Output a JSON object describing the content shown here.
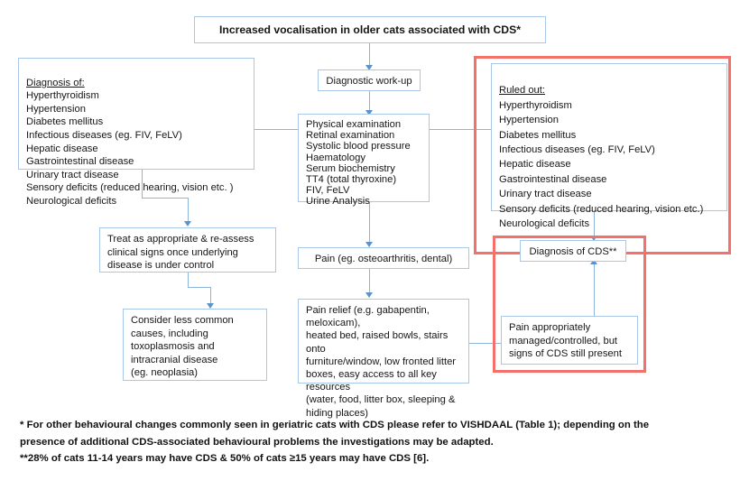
{
  "figure": {
    "title_box": {
      "text": "Increased vocalisation in older cats associated with CDS*"
    },
    "nodes": {
      "diagnosis_of": {
        "heading": "Diagnosis of:",
        "items": "Hyperthyroidism\nHypertension\nDiabetes mellitus\nInfectious diseases (eg. FIV, FeLV)\nHepatic disease\nGastrointestinal disease\nUrinary tract disease\nSensory deficits (reduced hearing, vision etc. )\nNeurological deficits"
      },
      "ruled_out": {
        "heading": "Ruled out:",
        "items": "Hyperthyroidism\nHypertension\nDiabetes mellitus\nInfectious diseases (eg. FIV, FeLV)\nHepatic disease\nGastrointestinal disease\nUrinary tract disease\nSensory deficits (reduced hearing, vision etc.)\nNeurological deficits"
      },
      "diagnostic_workup": {
        "text": "Diagnostic work-up"
      },
      "investigations": {
        "text": "Physical examination\nRetinal examination\nSystolic blood pressure\nHaematology\nSerum biochemistry\nTT4 (total thyroxine)\nFIV, FeLV\nUrine Analysis"
      },
      "treat_as_appropriate": {
        "text": "Treat as appropriate & re-assess\nclinical signs once underlying\ndisease is under control"
      },
      "consider_less_common": {
        "text": "Consider less common\ncauses, including\ntoxoplasmosis and\nintracranial disease\n(eg. neoplasia)"
      },
      "pain": {
        "text": "Pain (eg. osteoarthritis, dental)"
      },
      "pain_relief": {
        "text": "Pain relief (e.g. gabapentin, meloxicam),\nheated bed, raised bowls, stairs onto\nfurniture/window, low fronted litter\nboxes, easy access to all key resources\n(water, food, litter box, sleeping &\nhiding places)"
      },
      "diagnosis_of_cds": {
        "text": "Diagnosis of CDS**"
      },
      "pain_managed": {
        "text": "Pain appropriately\nmanaged/controlled, but\nsigns of CDS still present"
      }
    },
    "footnotes": {
      "line1": "* For other behavioural changes commonly seen in geriatric cats with CDS please refer to VISHDAAL (Table 1); depending on the",
      "line2": "presence of additional CDS-associated behavioural problems the investigations may be adapted.",
      "line3": "**28% of cats 11-14 years may have CDS & 50% of cats ≥15 years may have CDS [6]."
    },
    "colors": {
      "box_border": "#a9c8e8",
      "highlight_border": "#f4706a",
      "connector": "#8db4da",
      "arrowhead": "#5d93c8",
      "text": "#161616",
      "background": "#ffffff"
    }
  }
}
